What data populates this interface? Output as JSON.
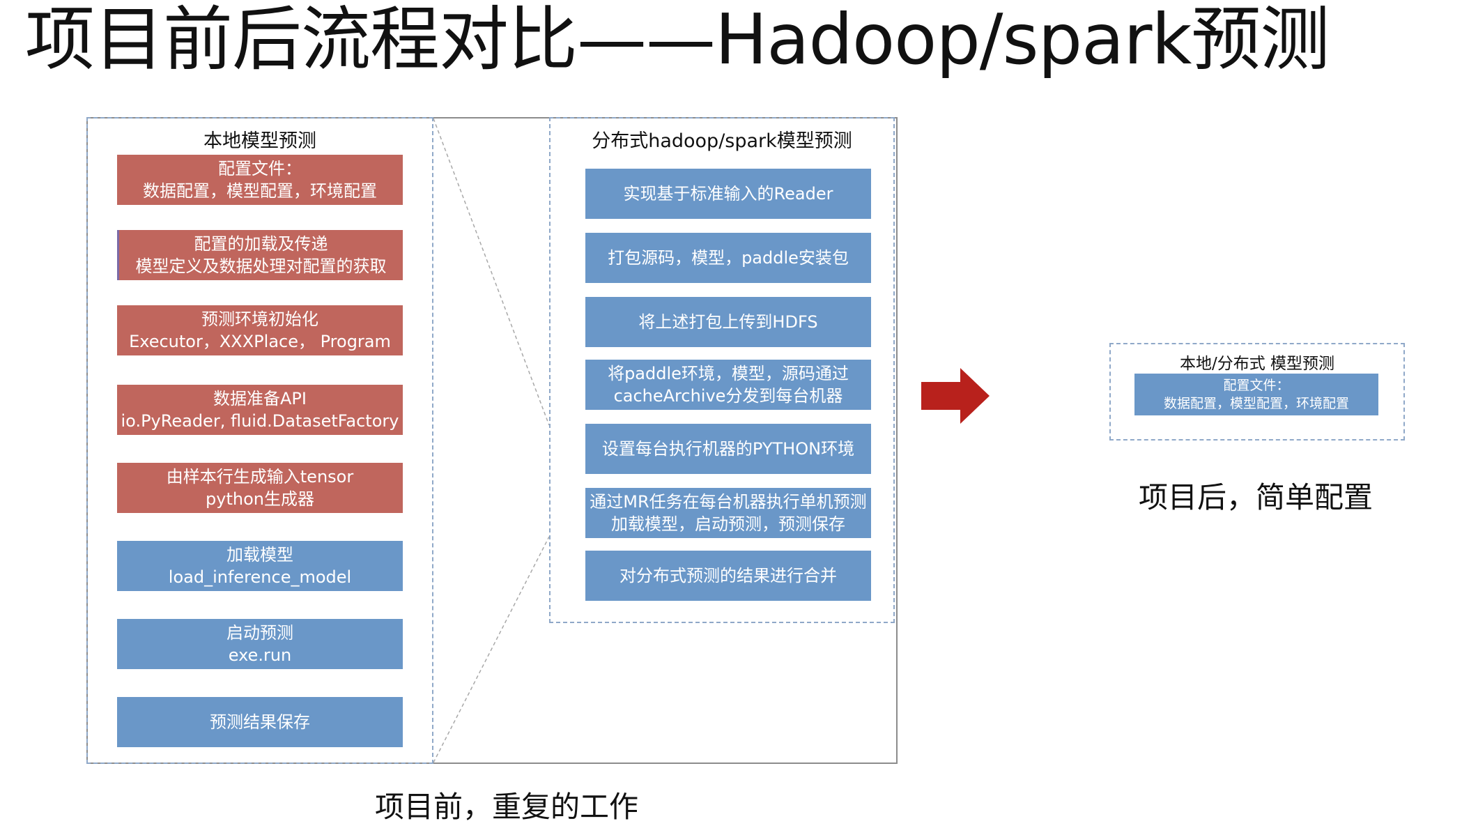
{
  "title": "项目前后流程对比——Hadoop/spark预测",
  "before": {
    "panel_title": "本地模型预测",
    "steps": [
      {
        "line1": "配置文件：",
        "line2": "数据配置，模型配置，环境配置",
        "color": "#c0665d"
      },
      {
        "line1": "配置的加载及传递",
        "line2": "模型定义及数据处理对配置的获取",
        "color": "#c0665d"
      },
      {
        "line1": "预测环境初始化",
        "line2": "Executor，XXXPlace， Program",
        "color": "#c0665d"
      },
      {
        "line1": "数据准备API",
        "line2": "io.PyReader, fluid.DatasetFactory",
        "color": "#c0665d"
      },
      {
        "line1": "由样本行生成输入tensor",
        "line2": "python生成器",
        "color": "#c0665d"
      },
      {
        "line1": "加载模型",
        "line2": "load_inference_model",
        "color": "#6a97c8"
      },
      {
        "line1": "启动预测",
        "line2": "exe.run",
        "color": "#6a97c8"
      },
      {
        "line1": "预测结果保存",
        "line2": "",
        "color": "#6a97c8"
      }
    ],
    "caption": "项目前，重复的工作"
  },
  "distributed": {
    "panel_title": "分布式hadoop/spark模型预测",
    "steps": [
      {
        "line1": "实现基于标准输入的Reader",
        "line2": ""
      },
      {
        "line1": "打包源码，模型，paddle安装包",
        "line2": ""
      },
      {
        "line1": "将上述打包上传到HDFS",
        "line2": ""
      },
      {
        "line1": "将paddle环境，模型，源码通过",
        "line2": "cacheArchive分发到每台机器"
      },
      {
        "line1": "设置每台执行机器的PYTHON环境",
        "line2": ""
      },
      {
        "line1": "通过MR任务在每台机器执行单机预测",
        "line2": "加载模型，启动预测，预测保存"
      },
      {
        "line1": "对分布式预测的结果进行合并",
        "line2": ""
      }
    ]
  },
  "after": {
    "panel_title": "本地/分布式 模型预测",
    "step": {
      "line1": "配置文件：",
      "line2": "数据配置，模型配置，环境配置"
    },
    "caption": "项目后，简单配置"
  },
  "arrow": {
    "icon": "right-arrow-icon",
    "color": "#b8211c"
  },
  "colors": {
    "red_box": "#c0665d",
    "blue_box": "#6a97c8",
    "dashed_border": "#8fa8c8"
  }
}
